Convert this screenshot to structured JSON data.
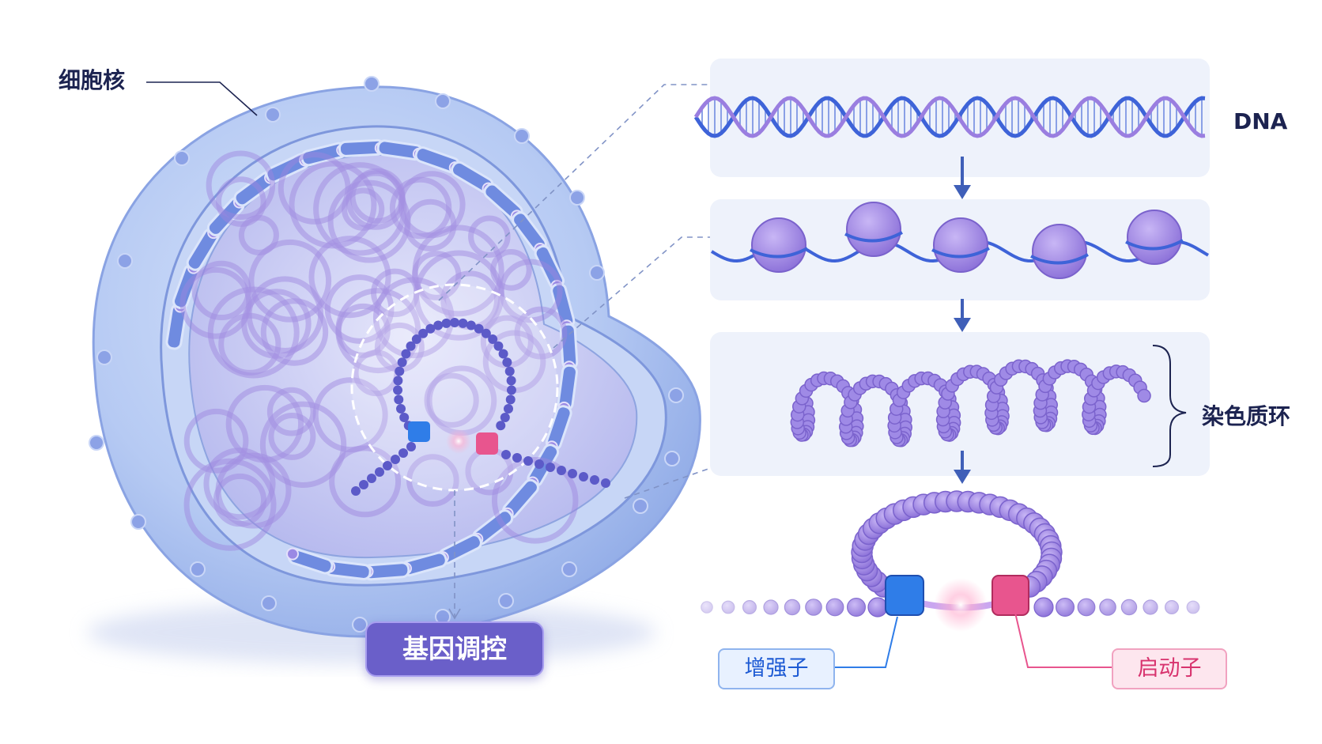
{
  "labels": {
    "nucleus": "细胞核",
    "dna": "DNA",
    "chromatin_loop": "染色质环",
    "gene_regulation": "基因调控",
    "enhancer": "增强子",
    "promoter": "启动子"
  },
  "colors": {
    "dna_strand_a": "#3e63d8",
    "dna_strand_b": "#9a7ee0",
    "nucleosome": "#a48ae6",
    "enhancer": "#2f7de8",
    "promoter": "#e8558e",
    "gene_pill": "#6a5fc9",
    "nucleus_shell": "#b4c8f2"
  }
}
